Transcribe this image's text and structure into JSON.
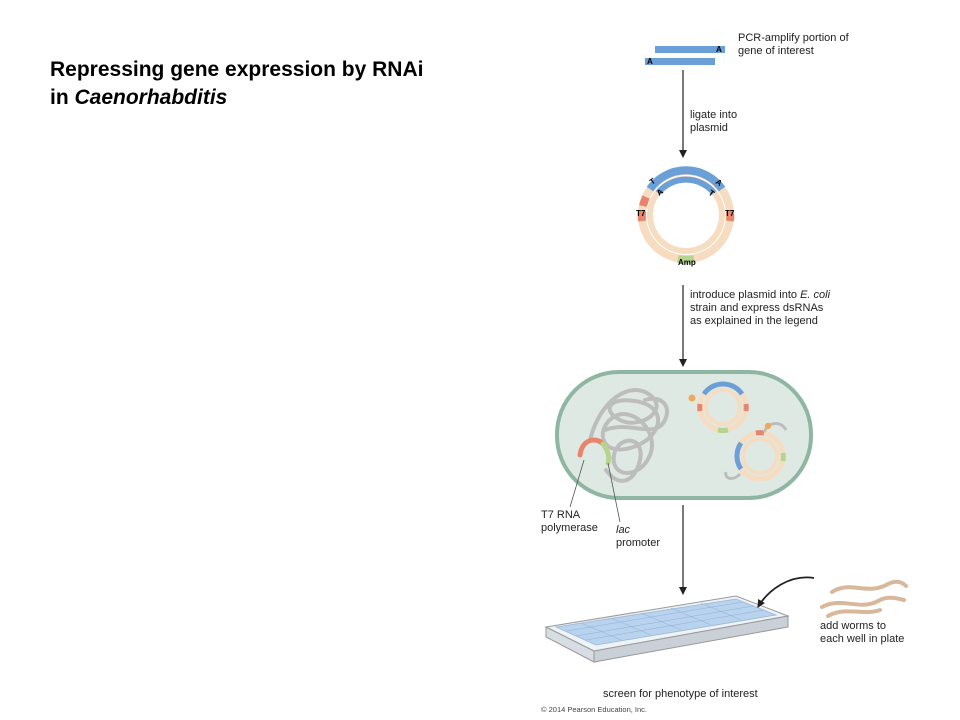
{
  "title": {
    "line1": "Repressing gene expression by RNAi",
    "line2_prefix": "in ",
    "line2_italic": "Caenorhabditis"
  },
  "steps": {
    "pcr": {
      "line1": "PCR-amplify portion of",
      "line2": "gene of interest"
    },
    "ligate": {
      "line1": "ligate into",
      "line2": "plasmid"
    },
    "introduce": {
      "line1_prefix": "introduce plasmid into ",
      "line1_italic": "E. coli",
      "line2": "strain and express dsRNAs",
      "line3": "as explained in the legend"
    },
    "add_worms": {
      "line1": "add worms to",
      "line2": "each well in plate"
    },
    "screen": "screen for phenotype of interest"
  },
  "labels": {
    "t7_polymerase": {
      "line1": "T7 RNA",
      "line2": "polymerase"
    },
    "lac_promoter": {
      "line1": "lac",
      "line2": "promoter"
    }
  },
  "plasmid_labels": {
    "t7_left": "T7",
    "t7_right": "T7",
    "amp": "Amp",
    "a_top_fragment": "A",
    "a_bottom_fragment": "A",
    "t_left": "T",
    "a_left": "A",
    "a_right": "A",
    "t_right": "T"
  },
  "copyright": "© 2014 Pearson Education, Inc.",
  "colors": {
    "insert_blue": "#6a9fd8",
    "t7_red": "#e8836c",
    "amp_green": "#b7d48f",
    "plasmid_beige": "#f6dcc0",
    "cell_fill": "#dfe9e3",
    "cell_stroke": "#8fb6a3",
    "dna_gray": "#bdbdbd",
    "worm_tan": "#d9b79b",
    "plate_blue": "#b9d3ef"
  }
}
